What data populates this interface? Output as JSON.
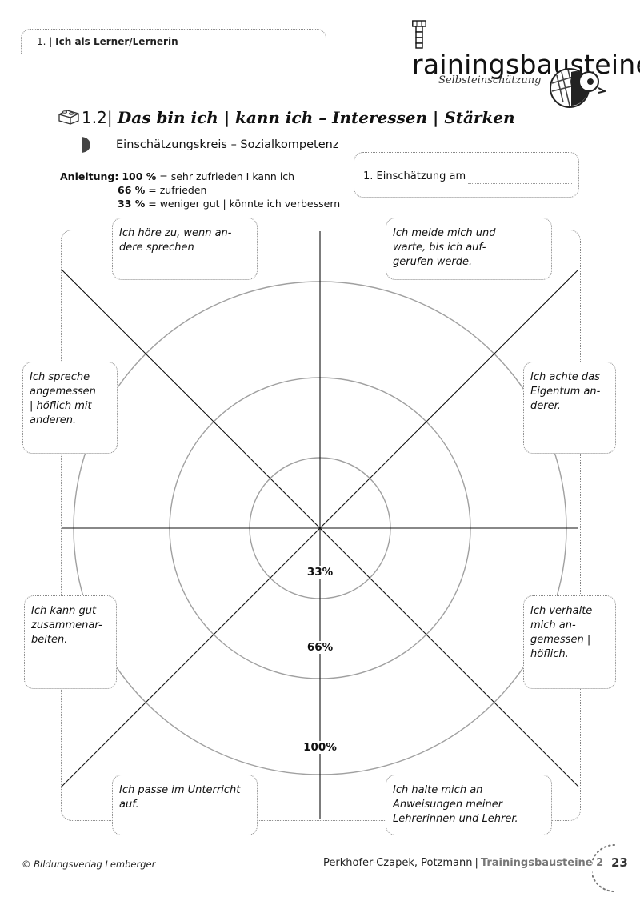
{
  "header": {
    "chapter_number": "1.",
    "chapter_title": "Ich als Lerner/Lernerin",
    "brand": "Trainingsbausteine",
    "brand_rest": "rainingsbausteine",
    "section_tag": "Selbsteinschätzung"
  },
  "section": {
    "number": "1.2",
    "title": "Das bin ich | kann ich – Interessen | Stärken",
    "subtitle": "Einschätzungskreis – Sozialkompetenz"
  },
  "instructions": {
    "label": "Anleitung:",
    "rows": [
      {
        "pct": "100 %",
        "text": "= sehr zufrieden I kann ich"
      },
      {
        "pct": "66 %",
        "text": "= zufrieden"
      },
      {
        "pct": "33 %",
        "text": "= weniger gut | könnte ich verbessern"
      }
    ]
  },
  "assessment": {
    "label": "1. Einschätzung am"
  },
  "circle_labels": {
    "ring_33": "33%",
    "ring_66": "66%",
    "ring_100": "100%"
  },
  "statements": [
    "Ich höre zu, wenn an-\ndere sprechen",
    "Ich melde mich und\nwarte, bis ich auf-\ngerufen werde.",
    "Ich spreche\nangemessen\n| höflich mit\nanderen.",
    "Ich achte das\nEigentum an-\nderer.",
    "Ich kann gut\nzusammenar-\nbeiten.",
    "Ich verhalte\nmich an-\ngemessen |\nhöflich.",
    "Ich passe im Unterricht\nauf.",
    "Ich halte mich an\nAnweisungen meiner\nLehrerinnen und Lehrer."
  ],
  "footer": {
    "copyright": "© Bildungsverlag Lemberger",
    "authors": "Perkhofer-Czapek, Potzmann",
    "separator": "|",
    "book": "Trainingsbausteine 2",
    "page": "23"
  }
}
